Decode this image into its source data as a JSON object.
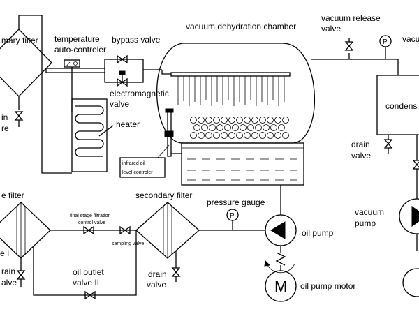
{
  "labels": {
    "primary_filter": "mary filter",
    "drain_left_1": "in",
    "drain_left_2": "re",
    "temperature_1": "temperature",
    "temperature_2": "auto-controler",
    "bypass_valve": "bypass valve",
    "chamber": "vacuum dehydration chamber",
    "vacuum_release_1": "vacuum release",
    "vacuum_release_2": "valve",
    "vacuum_gauge_right": "vacu",
    "electromagnetic_1": "electromagnetic",
    "electromagnetic_2": "valve",
    "heater": "heater",
    "condenser": "condens",
    "infrared_1": "infrared oil",
    "infrared_2": "level controler",
    "drain_valve_right_1": "drain",
    "drain_valve_right_2": "valve",
    "fine_filter": "e filter",
    "secondary_filter": "secondary filter",
    "pressure_gauge": "pressure gauge",
    "gauge_p": "P",
    "final_stage_1": "final stage filtration",
    "final_stage_2": "control valve",
    "sampling_valve": "sampling valve",
    "oil_pump": "oil pump",
    "vacuum_pump_1": "vacuum",
    "vacuum_pump_2": "pump",
    "fine_filter_num": "e I",
    "drain_fine_1": "rain",
    "drain_fine_2": "alve",
    "oil_outlet_1": "oil outlet",
    "oil_outlet_2": "valve II",
    "drain_secondary_1": "drain",
    "drain_secondary_2": "valve",
    "oil_pump_motor": "oil pump motor",
    "motor_m": "M"
  }
}
